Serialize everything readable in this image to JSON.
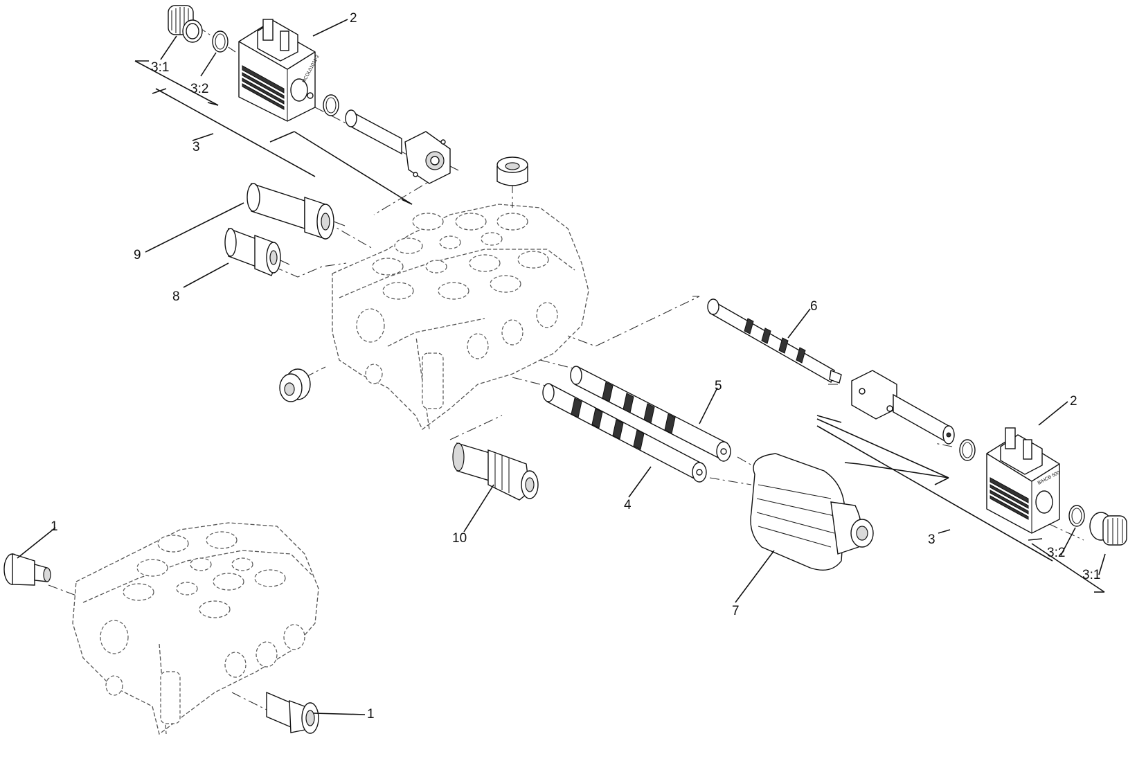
{
  "callouts": {
    "c1_left": "1",
    "c1_bottom": "1",
    "c2_top": "2",
    "c2_right": "2",
    "c3_top": "3",
    "c3_right": "3",
    "c31_top": "3:1",
    "c32_top": "3:2",
    "c31_right": "3:1",
    "c32_right": "3:2",
    "c4": "4",
    "c5": "5",
    "c6": "6",
    "c7": "7",
    "c8": "8",
    "c9": "9",
    "c10": "10"
  },
  "coil_markings": {
    "top": "HCOL01011-2",
    "right": "BIHCB 500"
  }
}
